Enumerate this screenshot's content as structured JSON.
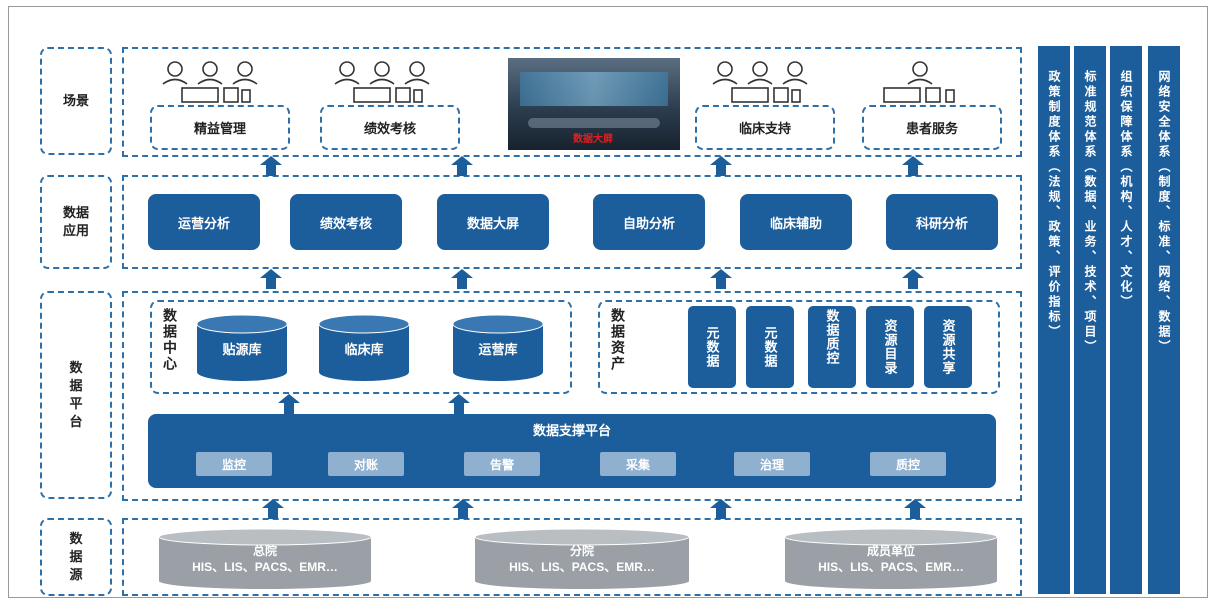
{
  "layers": {
    "scene": "场景",
    "data_app": "数据应用",
    "data_platform": "数据平台",
    "data_source": "数据源"
  },
  "scenes": {
    "lean": "精益管理",
    "perf": "绩效考核",
    "command": "数据大屏",
    "clinical": "临床支持",
    "patient": "患者服务"
  },
  "apps": [
    "运营分析",
    "绩效考核",
    "数据大屏",
    "自助分析",
    "临床辅助",
    "科研分析"
  ],
  "data_center": {
    "title": "数据中心",
    "dbs": [
      "贴源库",
      "临床库",
      "运营库"
    ]
  },
  "data_assets": {
    "title": "数据资产",
    "items": [
      "元数据",
      "元数据",
      "数据质控",
      "资源目录",
      "资源共享"
    ]
  },
  "support": {
    "title": "数据支撑平台",
    "chips": [
      "监控",
      "对账",
      "告警",
      "采集",
      "治理",
      "质控"
    ]
  },
  "sources": [
    {
      "name": "总院",
      "systems": "HIS、LIS、PACS、EMR…"
    },
    {
      "name": "分院",
      "systems": "HIS、LIS、PACS、EMR…"
    },
    {
      "name": "成员单位",
      "systems": "HIS、LIS、PACS、EMR…"
    }
  ],
  "pillars": [
    "政策制度体系（法规、政策、评价指标）",
    "标准规范体系（数据、业务、技术、项目）",
    "组织保障体系（机构、人才、文化）",
    "网络安全体系（制度、标准、网络、数据）"
  ],
  "colors": {
    "primary": "#1c5d9b",
    "chip": "#8fb0cf",
    "source": "#9aa0a6",
    "dash": "#2f6fa7"
  }
}
